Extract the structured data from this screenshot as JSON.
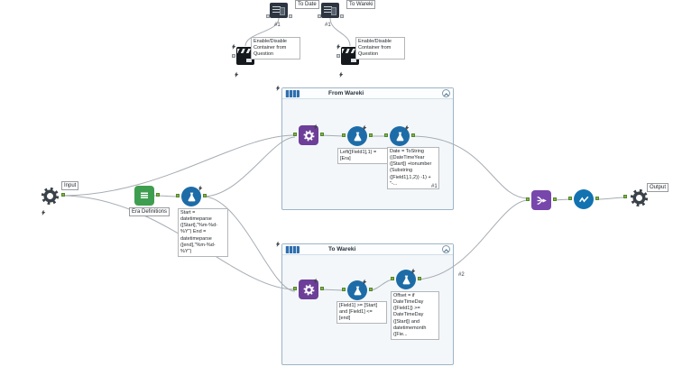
{
  "colors": {
    "formula_blue": "#1d6ca8",
    "parse_purple": "#6d3f98",
    "union_purple": "#7747ab",
    "text_input_green": "#3e9e4f",
    "dark_tool": "#3a4149",
    "connector_gray": "#a6adb3",
    "container_border": "#9db4c6",
    "anchor_green": "#7fb544"
  },
  "icons": {
    "gear-icon": "svg dashed-ring gear",
    "flask-icon": "svg erlenmeyer flask",
    "union-arrows-icon": "svg merging arrows",
    "zigzag-icon": "svg zigzag wave",
    "table-icon": "svg text rows",
    "lightning-icon": "svg bolt",
    "clapperboard-icon": "css striped clapper",
    "dropdown-icon": "css dark list control"
  },
  "top": {
    "group1": {
      "label": "To Date",
      "number": "#1",
      "action": "Enable/Disable Container from Question"
    },
    "group2": {
      "label": "To Wareki",
      "number": "#1",
      "action": "Enable/Disable Container from Question"
    }
  },
  "left": {
    "input_label": "Input",
    "era_label": "Era Definitions",
    "era_formula": "Start = datetimeparse ([Start],\"%m-%d-%Y\") End = datetimeparse ([end],\"%m-%d-%Y\")"
  },
  "from_wareki": {
    "title": "From Wareki",
    "formula1": "Left([Field1],1) = [Era]",
    "formula2": "Date = ToString ((DateTimeYear ([Start]) +tonumber (Substring ([Field1],1,2)) -1) + \"-...",
    "number": "#1"
  },
  "to_wareki": {
    "title": "To Wareki",
    "formula1": "[Field1] >= [Start] and [Field1] <= [end]",
    "formula2": "Offset = if DateTimeDay ([Field1]) >= DateTimeDay ([Start]) and datetimemonth ([Fie...",
    "number": "#2"
  },
  "right": {
    "output_label": "Output"
  }
}
